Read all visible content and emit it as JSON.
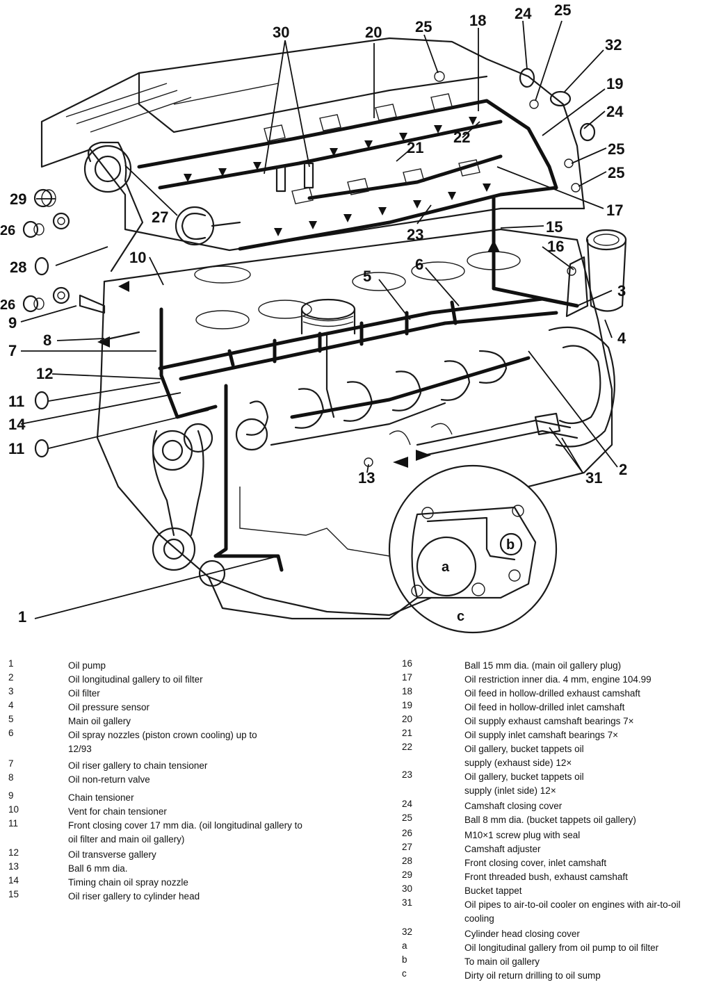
{
  "diagram": {
    "callouts": {
      "c1": "1",
      "c2": "2",
      "c3": "3",
      "c4": "4",
      "c5": "5",
      "c6": "6",
      "c7": "7",
      "c8": "8",
      "c9": "9",
      "c10": "10",
      "c11a": "11",
      "c11b": "11",
      "c12": "12",
      "c13": "13",
      "c14": "14",
      "c15": "15",
      "c16": "16",
      "c17": "17",
      "c18": "18",
      "c19": "19",
      "c20": "20",
      "c21": "21",
      "c22": "22",
      "c23": "23",
      "c24a": "24",
      "c24b": "24",
      "c25a": "25",
      "c25b": "25",
      "c25c": "25",
      "c25d": "25",
      "c26a": "26",
      "c26b": "26",
      "c27": "27",
      "c28": "28",
      "c29": "29",
      "c30": "30",
      "c31": "31",
      "c32": "32",
      "ca": "a",
      "cb": "b",
      "cc": "c"
    }
  },
  "legend_left": [
    {
      "key": "1",
      "text": "Oil pump"
    },
    {
      "key": "2",
      "text": "Oil longitudinal gallery to oil filter"
    },
    {
      "key": "3",
      "text": "Oil filter"
    },
    {
      "key": "4",
      "text": "Oil pressure sensor"
    },
    {
      "key": "5",
      "text": "Main oil gallery"
    },
    {
      "key": "6",
      "text": "Oil spray nozzles (piston crown cooling) up to 12/93"
    },
    {
      "key": "7",
      "text": "Oil riser gallery to chain tensioner"
    },
    {
      "key": "8",
      "text": "Oil non-return valve"
    },
    {
      "key": "9",
      "text": "Chain tensioner"
    },
    {
      "key": "10",
      "text": "Vent for chain tensioner"
    },
    {
      "key": "11",
      "text": "Front closing cover 17 mm dia. (oil longitudinal gallery to oil filter and main oil gallery)"
    },
    {
      "key": "12",
      "text": "Oil transverse gallery"
    },
    {
      "key": "13",
      "text": "Ball 6 mm dia."
    },
    {
      "key": "14",
      "text": "Timing chain oil spray nozzle"
    },
    {
      "key": "15",
      "text": "Oil riser gallery to cylinder head"
    }
  ],
  "legend_right": [
    {
      "key": "16",
      "text": "Ball 15 mm dia. (main oil gallery plug)"
    },
    {
      "key": "17",
      "text": "Oil restriction inner dia. 4 mm, engine 104.99"
    },
    {
      "key": "18",
      "text": "Oil feed in hollow-drilled exhaust camshaft"
    },
    {
      "key": "19",
      "text": "Oil feed in hollow-drilled inlet camshaft"
    },
    {
      "key": "20",
      "text": "Oil supply exhaust camshaft bearings 7×"
    },
    {
      "key": "21",
      "text": "Oil supply inlet camshaft bearings 7×"
    },
    {
      "key": "22",
      "text": "Oil gallery, bucket tappets oil supply (exhaust side) 12×"
    },
    {
      "key": "23",
      "text": "Oil gallery, bucket tappets oil supply (inlet side) 12×"
    },
    {
      "key": "24",
      "text": "Camshaft closing cover"
    },
    {
      "key": "25",
      "text": "Ball 8 mm dia. (bucket tappets oil gallery)"
    },
    {
      "key": "26",
      "text": "M10×1 screw plug with seal"
    },
    {
      "key": "27",
      "text": "Camshaft adjuster"
    },
    {
      "key": "28",
      "text": "Front closing cover, inlet camshaft"
    },
    {
      "key": "29",
      "text": "Front threaded bush, exhaust camshaft"
    },
    {
      "key": "30",
      "text": "Bucket tappet"
    },
    {
      "key": "31",
      "text": "Oil pipes to air-to-oil cooler on engines with air-to-oil cooling"
    },
    {
      "key": "32",
      "text": "Cylinder head closing cover"
    },
    {
      "key": "a",
      "text": "Oil longitudinal gallery from oil pump to oil filter"
    },
    {
      "key": "b",
      "text": "To main oil gallery"
    },
    {
      "key": "c",
      "text": "Dirty oil return drilling to oil sump"
    }
  ]
}
